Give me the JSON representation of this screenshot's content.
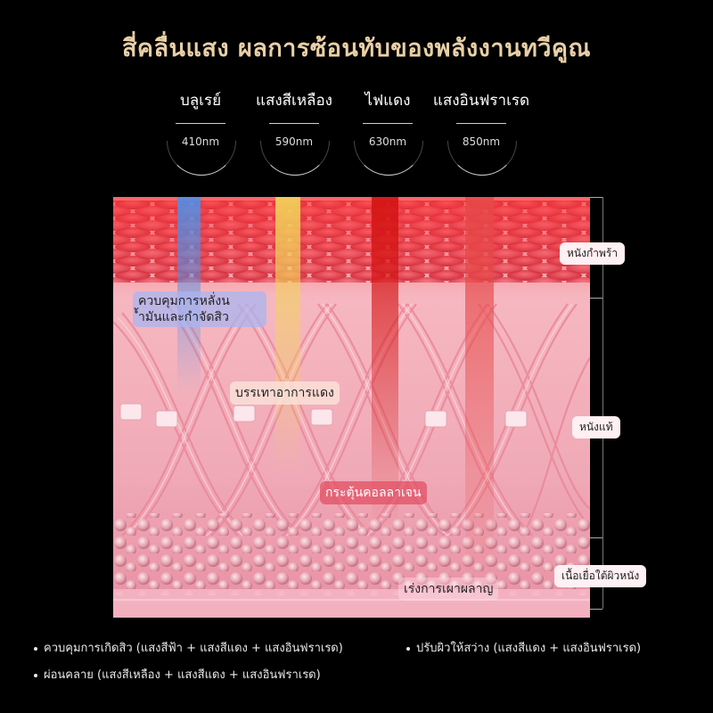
{
  "title": "สี่คลื่นแสง ผลการซ้อนทับของพลังงานทวีคูณ",
  "wavelengths": [
    {
      "name": "บลูเรย์",
      "nm": "410nm",
      "color": "#4f8fe8"
    },
    {
      "name": "แสงสีเหลือง",
      "nm": "590nm",
      "color": "#f2d25a"
    },
    {
      "name": "ไฟแดง",
      "nm": "630nm",
      "color": "#e32a2a"
    },
    {
      "name": "แสงอินฟราเรด",
      "nm": "850nm",
      "color": "#e85a5a"
    }
  ],
  "layers": [
    "หนังกำพร้า",
    "หนังแท้",
    "เนื้อเยื่อใต้ผิวหนัง"
  ],
  "effects": {
    "blue_line1": "ควบคุมการหลั่งน",
    "blue_line2": "้ำมันและกำจัดสิว",
    "yellow": "บรรเทาอาการแดง",
    "red": "กระตุ้นคอลลาเจน",
    "infrared": "เร่งการเผาผลาญ"
  },
  "notes": [
    "ควบคุมการเกิดสิว (แสงสีฟ้า + แสงสีแดง + แสงอินฟราเรด)",
    "ปรับผิวให้สว่าง (แสงสีแดง + แสงอินฟราเรด)",
    "ผ่อนคลาย (แสงสีเหลือง + แสงสีแดง + แสงอินฟราเรด)"
  ]
}
